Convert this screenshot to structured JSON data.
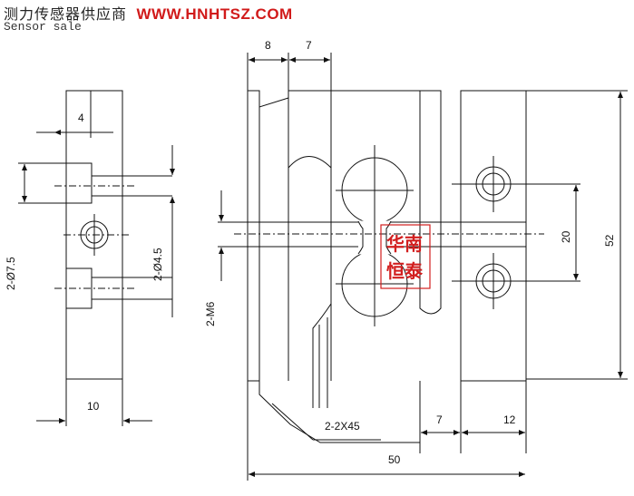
{
  "header": {
    "title_cn": "测力传感器供应商",
    "url": "WWW.HNHTSZ.COM",
    "subtitle": "Sensor sale"
  },
  "drawing": {
    "side_view": {
      "dim_top": "4",
      "dim_bottom": "10",
      "dim_left": "2-Ø7.5",
      "dim_right": "2-Ø4.5"
    },
    "front_view": {
      "dim_top_left": "8",
      "dim_top_right": "7",
      "dim_thread": "2-M6",
      "dim_chamfer": "2-2X45",
      "dim_gap": "7",
      "dim_width_right": "12",
      "dim_total_width": "50",
      "dim_hole_spacing": "20",
      "dim_height": "52"
    },
    "stamp": [
      "华南",
      "恒泰"
    ]
  },
  "colors": {
    "url": "#d11a1a",
    "stamp": "#d21f1f",
    "line": "#111111"
  }
}
